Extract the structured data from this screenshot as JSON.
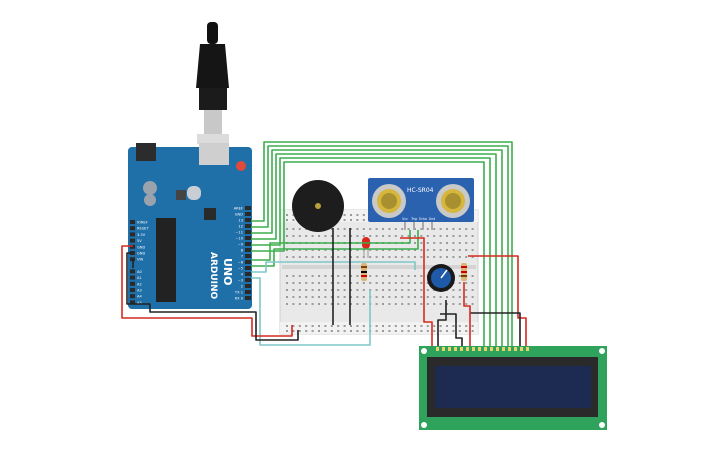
{
  "canvas": {
    "background": "#ffffff"
  },
  "arduino": {
    "brand": "ARDUINO",
    "model": "UNO",
    "board_color": "#1f6fa8",
    "header_labels": [
      "AREF",
      "GND",
      "13",
      "12",
      "~11",
      "~10",
      "~9",
      "8",
      "7",
      "~6",
      "~5",
      "4",
      "~3",
      "2",
      "TX 1",
      "RX 0"
    ],
    "power_labels": [
      "IOREF",
      "RESET",
      "3.3V",
      "5V",
      "GND",
      "GND",
      "VIN"
    ],
    "analog_labels": [
      "A0",
      "A1",
      "A2",
      "A3",
      "A4",
      "A5"
    ],
    "usb_icon": "usb-plug-icon"
  },
  "sensor": {
    "label": "HC-SR04",
    "color": "#2a62b0",
    "pin_labels": [
      "Vcc",
      "Trig",
      "Echo",
      "Gnd"
    ]
  },
  "buzzer": {
    "icon": "piezo-buzzer-icon"
  },
  "led": {
    "color": "#d9281e"
  },
  "potentiometer": {
    "knob_color": "#1e5aa8"
  },
  "lcd": {
    "board_color": "#2fa35b",
    "screen_color": "#1d2b52"
  },
  "wire_colors": {
    "green": "#3cae4c",
    "red": "#d42a1f",
    "black": "#222222",
    "cyan": "#7ec7c9"
  }
}
